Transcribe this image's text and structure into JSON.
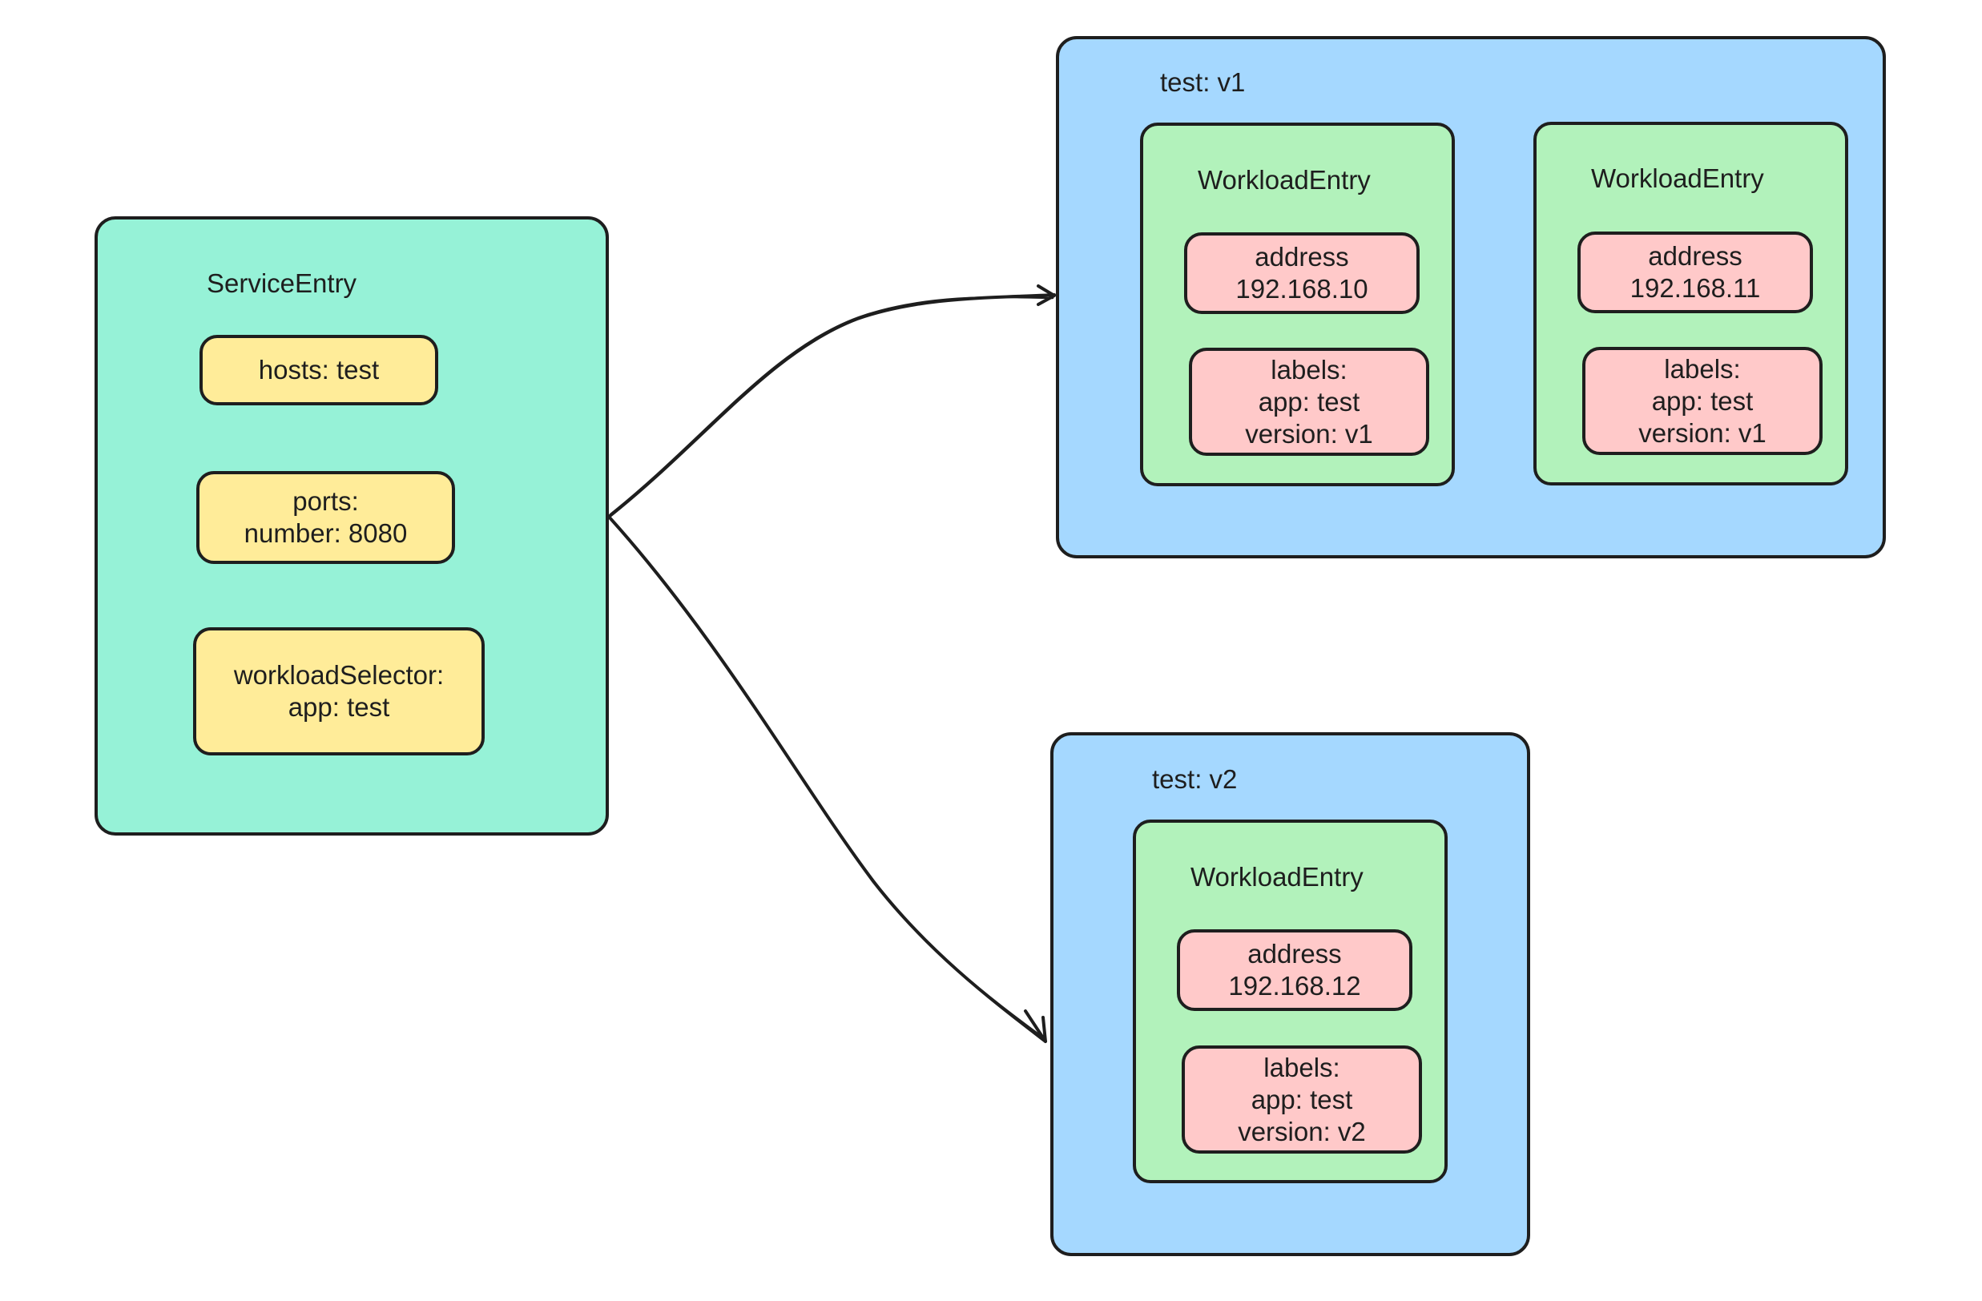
{
  "service_entry": {
    "title": "ServiceEntry",
    "hosts": "hosts: test",
    "ports": "ports:\nnumber: 8080",
    "workload_selector": "workloadSelector:\napp: test"
  },
  "group_v1": {
    "title": "test: v1",
    "workloads": [
      {
        "title": "WorkloadEntry",
        "address": "address\n192.168.10",
        "labels": "labels:\napp: test\nversion: v1"
      },
      {
        "title": "WorkloadEntry",
        "address": "address\n192.168.11",
        "labels": "labels:\napp: test\nversion: v1"
      }
    ]
  },
  "group_v2": {
    "title": "test: v2",
    "workloads": [
      {
        "title": "WorkloadEntry",
        "address": "address\n192.168.12",
        "labels": "labels:\napp: test\nversion: v2"
      }
    ]
  },
  "colors": {
    "service_entry_fill": "#96f2d7",
    "group_fill": "#a5d8ff",
    "workload_fill": "#b2f2bb",
    "field_yellow": "#ffec99",
    "field_red": "#ffc9c9",
    "stroke": "#1e1e1e"
  }
}
